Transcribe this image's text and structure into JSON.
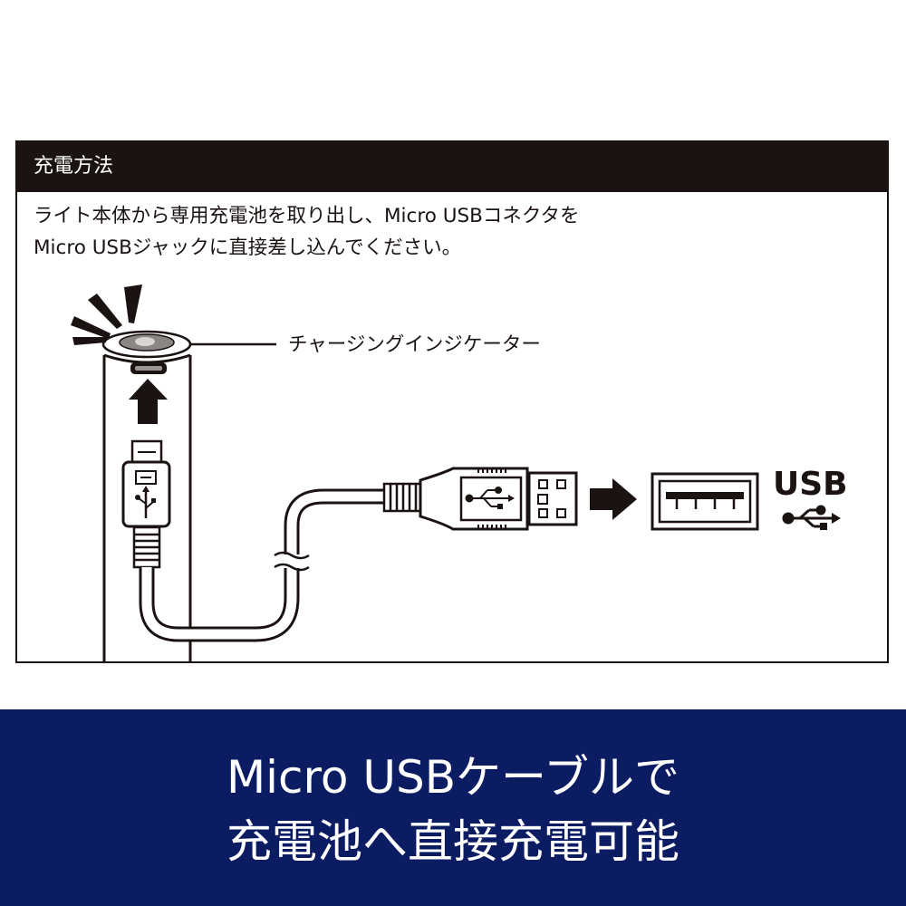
{
  "panel": {
    "title": "充電方法",
    "instruction_line1": "ライト本体から専用充電池を取り出し、Micro USBコネクタを",
    "instruction_line2": "Micro USBジャックに直接差し込んでください。"
  },
  "diagram": {
    "indicator_label": "チャージングインジケーター",
    "usb_logo_text": "USB"
  },
  "banner": {
    "line1": "Micro USBケーブルで",
    "line2": "充電池へ直接充電可能"
  },
  "colors": {
    "ink": "#1a1311",
    "banner_background": "#0c1c63",
    "banner_text": "#ffffff"
  }
}
